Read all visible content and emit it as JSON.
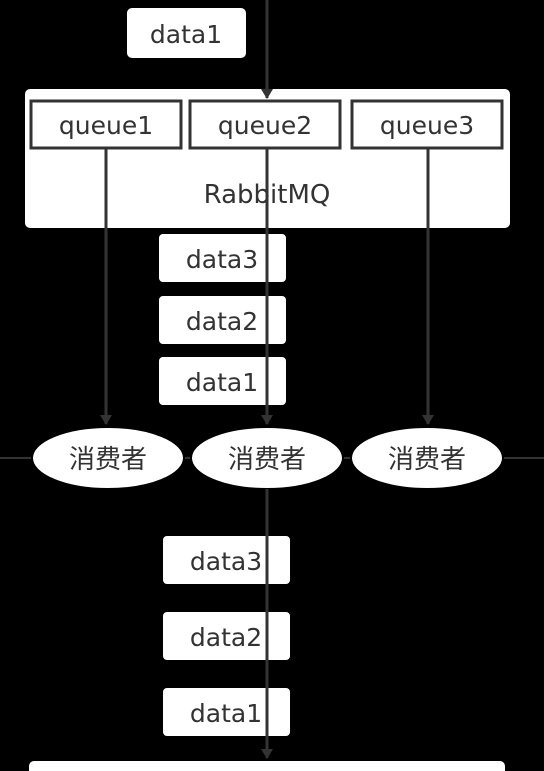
{
  "top_message": "data1",
  "broker": {
    "label": "RabbitMQ",
    "queues": [
      "queue1",
      "queue2",
      "queue3"
    ]
  },
  "middle_messages": [
    "data3",
    "data2",
    "data1"
  ],
  "consumers": [
    "消费者",
    "消费者",
    "消费者"
  ],
  "bottom_messages": [
    "data3",
    "data2",
    "data1"
  ]
}
